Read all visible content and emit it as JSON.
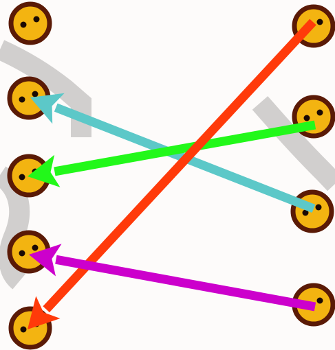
{
  "diagram": {
    "background": "#fdfbfa",
    "shadow_color": "#c9c7c6",
    "node_fill": "#f3b411",
    "node_rim": "#5a1a06",
    "node_dot": "#1a0a04",
    "left_nodes": [
      "L1",
      "L2",
      "L3",
      "L4",
      "L5"
    ],
    "right_nodes": [
      "R1",
      "R2",
      "R3",
      "R4"
    ],
    "connections": [
      {
        "id": "red-arrow",
        "color": "#ff3a0a",
        "from": "R1",
        "to": "L5"
      },
      {
        "id": "green-arrow",
        "color": "#22f81a",
        "from": "R2",
        "to": "L3"
      },
      {
        "id": "cyan-arrow",
        "color": "#5cc8c8",
        "from": "R3",
        "to": "L2"
      },
      {
        "id": "magenta-arrow",
        "color": "#cc00cc",
        "from": "R4",
        "to": "L4"
      }
    ]
  }
}
